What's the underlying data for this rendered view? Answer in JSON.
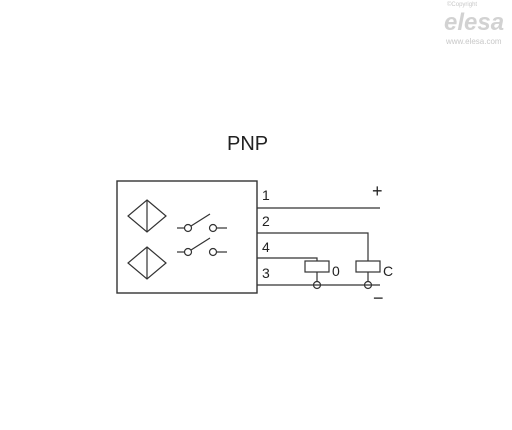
{
  "watermark": {
    "copyright": "©Copyright",
    "brand": "elesa",
    "url": "www.elesa.com"
  },
  "diagram": {
    "title": "PNP",
    "pins": [
      "1",
      "2",
      "4",
      "3"
    ],
    "plus_sign": "+",
    "minus_sign": "−",
    "load_labels": [
      "0",
      "C"
    ],
    "colors": {
      "line": "#333333",
      "watermark": "#d2d2d2"
    }
  }
}
